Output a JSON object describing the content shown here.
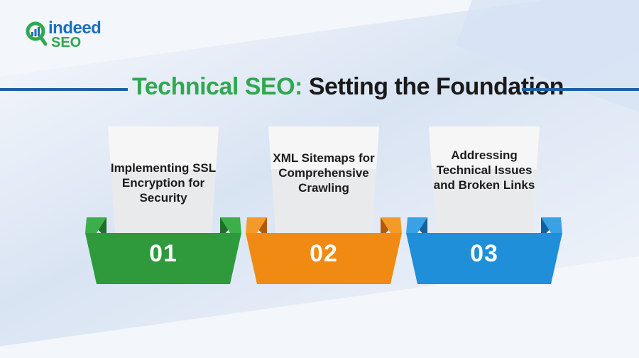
{
  "logo": {
    "brand": "indeed",
    "sub": "SEO"
  },
  "title": {
    "highlight": "Technical SEO:",
    "rest": " Setting the Foundation"
  },
  "cards": [
    {
      "text": "Implementing SSL Encryption for Security",
      "number": "01",
      "color": "#2e9a3c"
    },
    {
      "text": "XML Sitemaps for Comprehensive Crawling",
      "number": "02",
      "color": "#f08a12"
    },
    {
      "text": "Addressing Technical Issues and Broken Links",
      "number": "03",
      "color": "#1e8fd8"
    }
  ],
  "icons": {
    "logo": "magnifier-chart-icon"
  }
}
